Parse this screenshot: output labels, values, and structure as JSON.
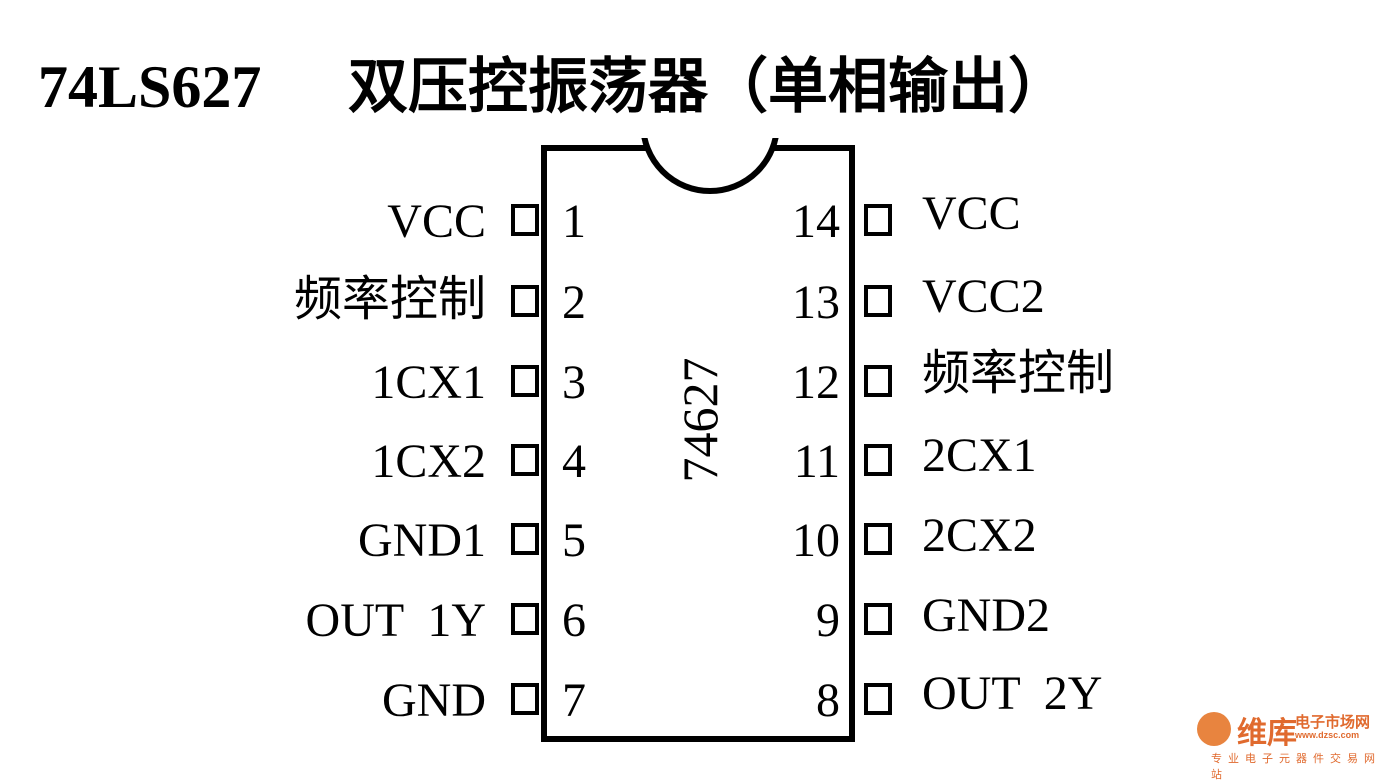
{
  "title": {
    "part_number": "74LS627",
    "description": "双压控振荡器（单相输出）"
  },
  "chip": {
    "label": "74627"
  },
  "left_pins": [
    {
      "num": "1",
      "label": "VCC"
    },
    {
      "num": "2",
      "label": "频率控制"
    },
    {
      "num": "3",
      "label": "1CX1"
    },
    {
      "num": "4",
      "label": "1CX2"
    },
    {
      "num": "5",
      "label": "GND1"
    },
    {
      "num": "6",
      "label": "OUT  1Y"
    },
    {
      "num": "7",
      "label": "GND"
    }
  ],
  "right_pins": [
    {
      "num": "14",
      "label": "VCC"
    },
    {
      "num": "13",
      "label": "VCC2"
    },
    {
      "num": "12",
      "label": "频率控制"
    },
    {
      "num": "11",
      "label": "2CX1"
    },
    {
      "num": "10",
      "label": "2CX2"
    },
    {
      "num": "9",
      "label": "GND2"
    },
    {
      "num": "8",
      "label": "OUT  2Y"
    }
  ],
  "watermark": {
    "name": "维库",
    "subtitle": "电子市场网",
    "url": "www.dzsc.com",
    "slogan": "专业电子元器件交易网站",
    "color": "#e06a2e"
  }
}
